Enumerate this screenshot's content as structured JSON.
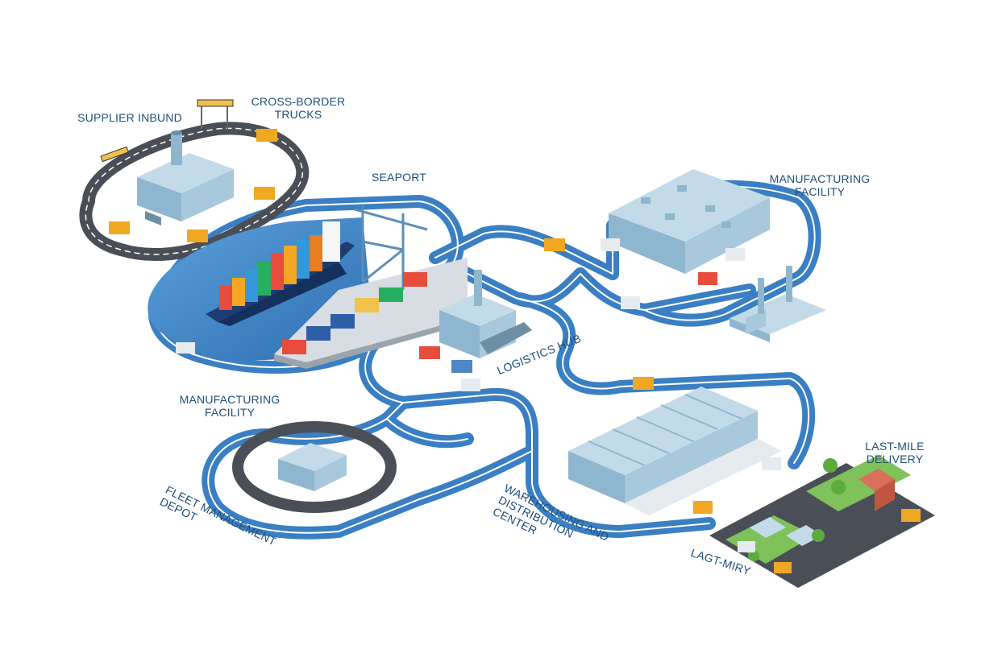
{
  "labels": {
    "supplier_inbound": "SUPPLIER INBUND",
    "cross_border_trucks": "CROSS-BORDER\nTRUCKS",
    "seaport": "SEAPORT",
    "manufacturing_facility_top": "MANUFACTURING\nFACILITY",
    "logistics_hub": "LOGISTICS HUB",
    "manufacturing_facility_left": "MANUFACTURING\nFACILITY",
    "fleet_management_depot": "FLEET MANAGEMENT DEPOT",
    "warehousing_distribution": "WAREHOUSING AND\nDISTRIBUTION CENTER",
    "last_mile_delivery": "LAST-MILE\nDELIVERY",
    "last_mile_small": "LAGT-MIRY"
  },
  "colors": {
    "road_outer": "#3a7fc4",
    "road_lane": "#ffffff",
    "building": "#a8c8dc",
    "water": "#4a90d0",
    "label": "#1f4e79"
  }
}
